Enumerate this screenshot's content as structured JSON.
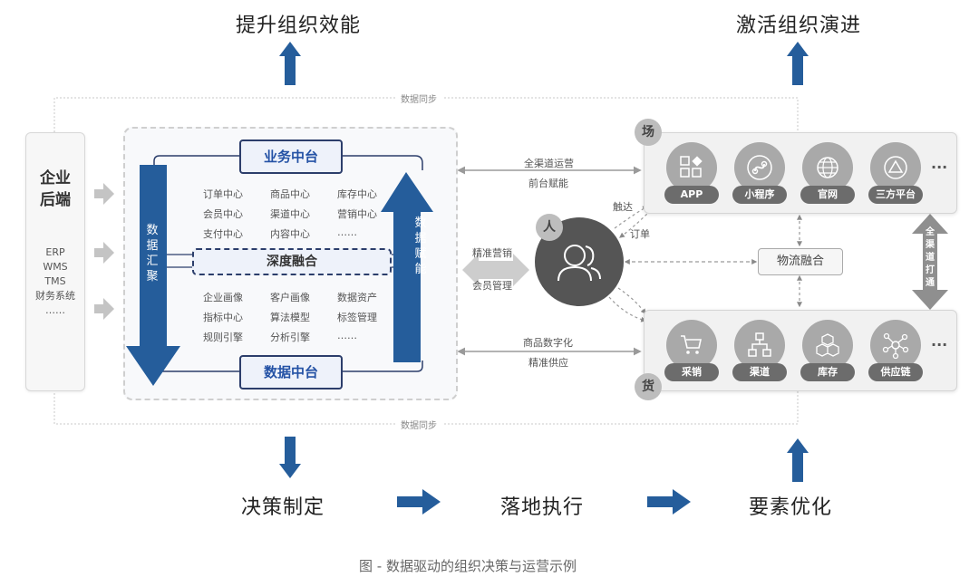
{
  "top_goals": {
    "left": "提升组织效能",
    "right": "激活组织演进"
  },
  "sync_label_top": "数据同步",
  "sync_label_bottom": "数据同步",
  "backend": {
    "title_line1": "企业",
    "title_line2": "后端",
    "systems": [
      "ERP",
      "WMS",
      "TMS",
      "财务系统",
      "……"
    ]
  },
  "middle_platform": {
    "business_hub": "业务中台",
    "business_items": [
      "订单中心",
      "商品中心",
      "库存中心",
      "会员中心",
      "渠道中心",
      "营销中心",
      "支付中心",
      "内容中心",
      "……"
    ],
    "fusion": "深度融合",
    "data_items": [
      "企业画像",
      "客户画像",
      "数据资产",
      "指标中心",
      "算法模型",
      "标签管理",
      "规则引擎",
      "分析引擎",
      "……"
    ],
    "data_hub": "数据中台",
    "left_arrow_label": [
      "数",
      "据",
      "汇",
      "聚"
    ],
    "right_arrow_label": [
      "数",
      "据",
      "赋",
      "能"
    ]
  },
  "links": {
    "top_upper": "全渠道运营",
    "top_lower": "前台赋能",
    "mid_upper": "精准营销",
    "mid_lower": "会员管理",
    "bottom_upper": "商品数字化",
    "bottom_lower": "精准供应",
    "reach": "触达",
    "order": "订单"
  },
  "person": {
    "badge": "人",
    "icon": "users-icon"
  },
  "scene": {
    "badge": "场",
    "channels": [
      {
        "label": "APP",
        "icon": "app-grid-icon"
      },
      {
        "label": "小程序",
        "icon": "mini-program-icon"
      },
      {
        "label": "官网",
        "icon": "globe-icon"
      },
      {
        "label": "三方平台",
        "icon": "triangle-platform-icon"
      }
    ],
    "more": "···"
  },
  "goods": {
    "badge": "货",
    "channels": [
      {
        "label": "采销",
        "icon": "cart-icon"
      },
      {
        "label": "渠道",
        "icon": "hierarchy-icon"
      },
      {
        "label": "库存",
        "icon": "boxes-icon"
      },
      {
        "label": "供应链",
        "icon": "network-icon"
      }
    ],
    "more": "···"
  },
  "logistics": "物流融合",
  "omni_channel": [
    "全",
    "渠",
    "道",
    "打",
    "通"
  ],
  "bottom_flow": {
    "step1": "决策制定",
    "step2": "落地执行",
    "step3": "要素优化"
  },
  "caption": "图 - 数据驱动的组织决策与运营示例",
  "colors": {
    "accent_blue": "#255d9b",
    "hub_border": "#2c3e6b",
    "hub_text": "#2452a5",
    "dark_circle": "#555555",
    "panel_gray": "#a9a9a9"
  }
}
